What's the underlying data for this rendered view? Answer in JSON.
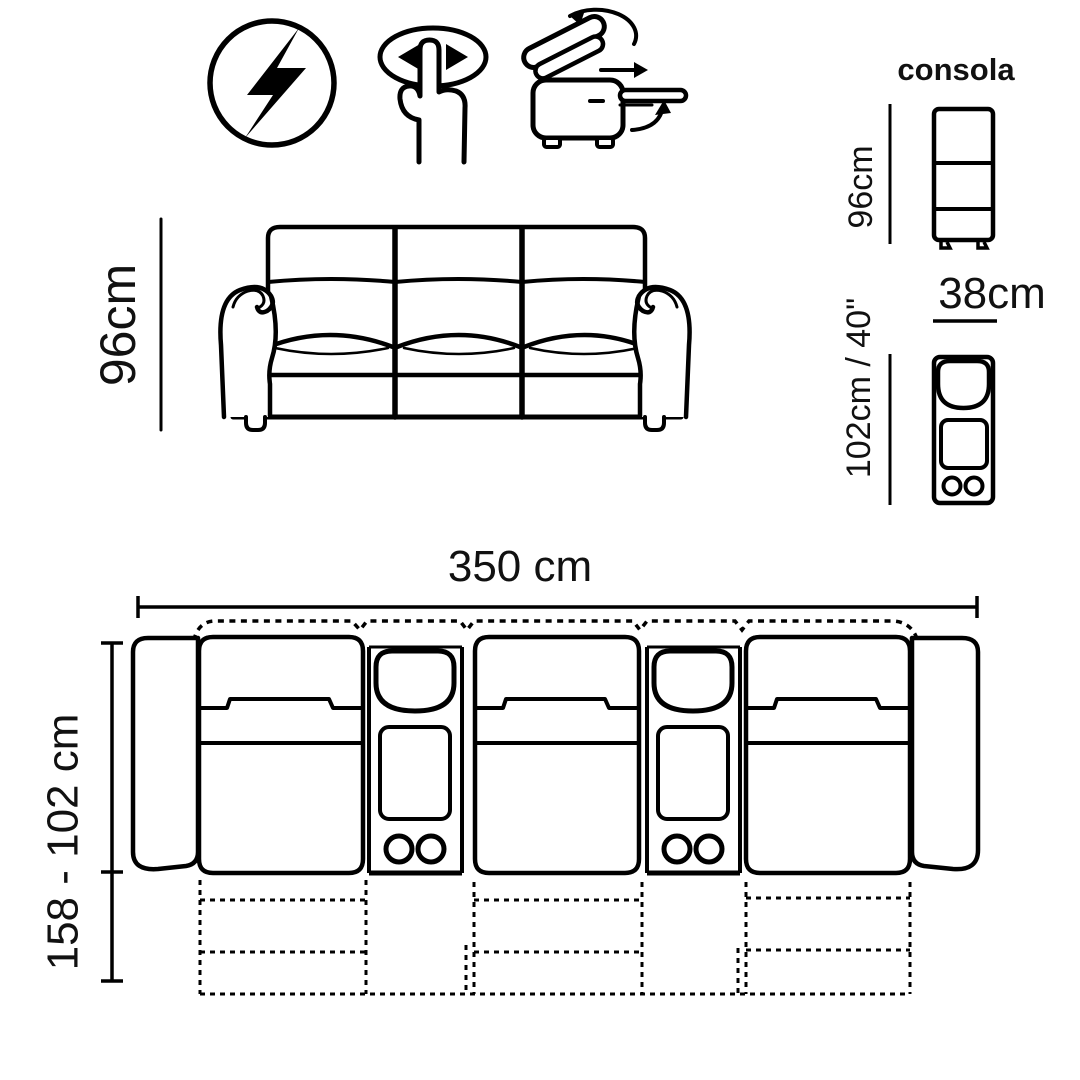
{
  "page": {
    "background": "#ffffff",
    "line_color": "#000000",
    "text_color": "#111111"
  },
  "feature_icons": [
    {
      "name": "electric-power"
    },
    {
      "name": "touch-control"
    },
    {
      "name": "recliner-mechanism"
    }
  ],
  "console": {
    "title": "consola",
    "height_label": "96cm",
    "width_label": "38cm",
    "depth_label": "102cm / 40\""
  },
  "sofa": {
    "front_height_label": "96cm",
    "top_width_label": "350 cm",
    "top_depth_range_label": "158 - 102 cm"
  }
}
